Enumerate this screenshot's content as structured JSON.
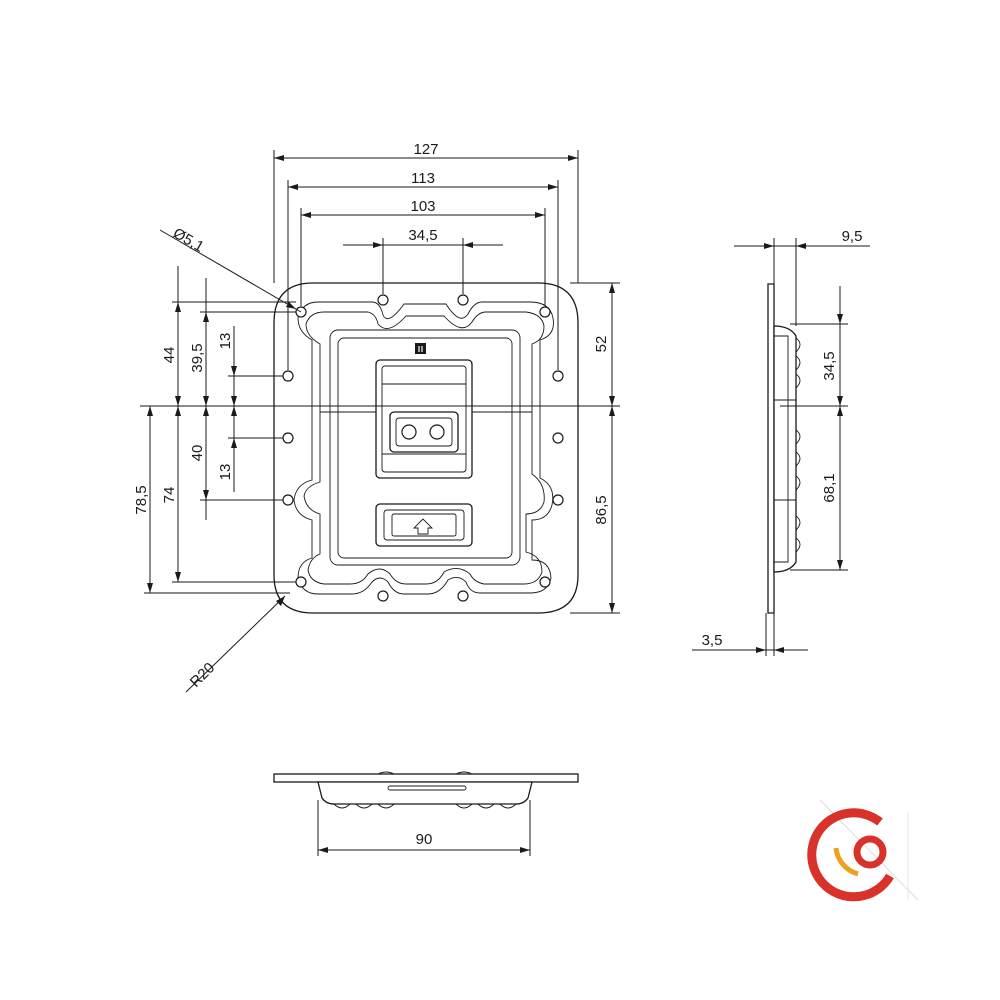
{
  "dimensions": {
    "width_overall": "127",
    "width_holes_outer": "113",
    "width_holes_inner": "103",
    "width_top_holes": "34,5",
    "hole_diameter": "Ø5,1",
    "left_44": "44",
    "left_39_5": "39,5",
    "left_13_top": "13",
    "left_78_5": "78,5",
    "left_74": "74",
    "left_40": "40",
    "left_13_bottom": "13",
    "right_52": "52",
    "right_86_5": "86,5",
    "corner_radius": "R20",
    "side_9_5": "9,5",
    "side_34_5": "34,5",
    "side_68_1": "68,1",
    "side_3_5": "3,5",
    "bottom_90": "90"
  },
  "logo": {
    "name": "brand-logo",
    "colors": {
      "primary": "#d8322a",
      "secondary": "#f0a020"
    }
  },
  "handle_icon": "arrow-up-icon"
}
